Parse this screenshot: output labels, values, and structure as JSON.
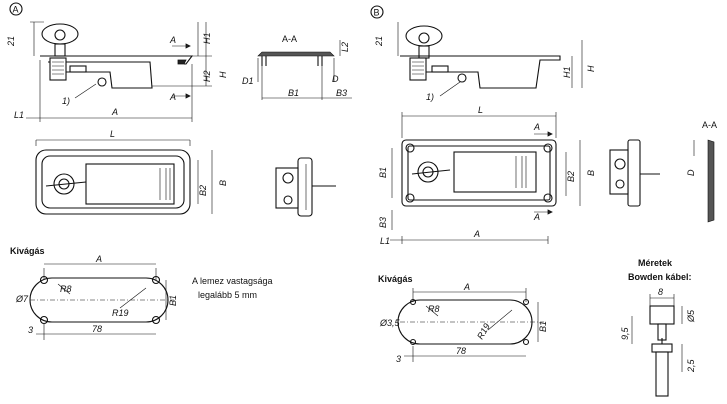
{
  "variant_a": {
    "marker": "A"
  },
  "variant_b": {
    "marker": "B"
  },
  "section": {
    "title": "A-A"
  },
  "labels": {
    "cutout": "Kivágás",
    "sheet_note_line1": "A lemez vastagsága",
    "sheet_note_line2": "legalább 5 mm",
    "dims_title_line1": "Méretek",
    "dims_title_line2": "Bowden kábel:"
  },
  "dims": {
    "h21": "21",
    "A": "A",
    "L": "L",
    "L1": "L1",
    "H": "H",
    "H1": "H1",
    "H2": "H2",
    "L2": "L2",
    "D": "D",
    "D1": "D1",
    "B": "B",
    "B1": "B1",
    "B2": "B2",
    "B3": "B3",
    "ref1": "1)",
    "cut_label": "A",
    "d7": "Ø7",
    "d35": "Ø3,5",
    "r8": "R8",
    "r19": "R19",
    "n3": "3",
    "n78": "78",
    "n8": "8",
    "d5": "Ø5",
    "n95": "9,5",
    "n25": "2,5"
  }
}
